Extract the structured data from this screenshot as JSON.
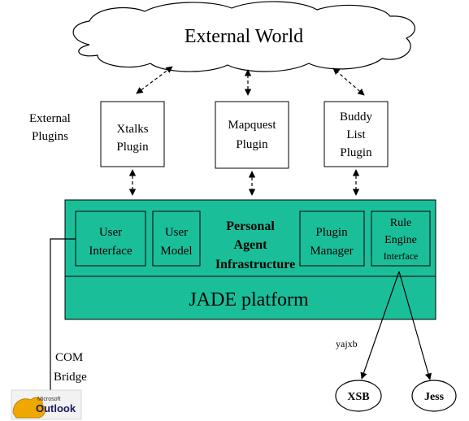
{
  "cloud": {
    "label": "External World"
  },
  "external_plugins_label": {
    "line1": "External",
    "line2": "Plugins"
  },
  "plugins": [
    {
      "line1": "Xtalks",
      "line2": "Plugin",
      "line3": ""
    },
    {
      "line1": "Mapquest",
      "line2": "Plugin",
      "line3": ""
    },
    {
      "line1": "Buddy",
      "line2": "List",
      "line3": "Plugin"
    }
  ],
  "platform": {
    "center": {
      "line1": "Personal",
      "line2": "Agent",
      "line3": "Infrastructure"
    },
    "jade_label": "JADE platform",
    "boxes": [
      {
        "line1": "User",
        "line2": "Interface",
        "line3": ""
      },
      {
        "line1": "User",
        "line2": "Model",
        "line3": ""
      },
      {
        "line1": "Plugin",
        "line2": "Manager",
        "line3": ""
      },
      {
        "line1": "Rule",
        "line2": "Engine",
        "line3": "Interface"
      }
    ]
  },
  "com_bridge": {
    "line1": "COM",
    "line2": "Bridge"
  },
  "yajxb_label": "yajxb",
  "engines": {
    "xsb": "XSB",
    "jess": "Jess"
  },
  "outlook": {
    "line1": "Microsoft",
    "line2": "Outlook"
  },
  "colors": {
    "platform_fill": "#1abf9a",
    "stroke": "#000000",
    "outlook_orange": "#f0a800"
  }
}
